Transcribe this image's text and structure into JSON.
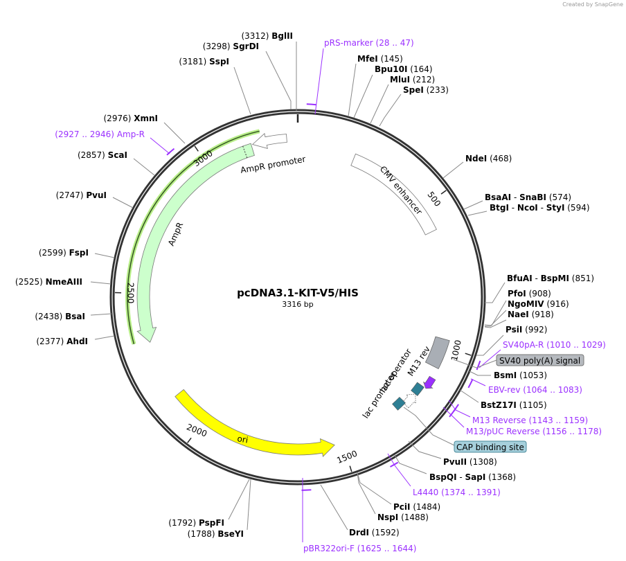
{
  "credit": {
    "prefix": "Created by",
    "brand": "SnapGene"
  },
  "plasmid": {
    "name": "pcDNA3.1-KIT-V5/HIS",
    "length_label": "3316 bp",
    "length": 3316
  },
  "ticks": [
    "500",
    "1000",
    "1500",
    "2000",
    "2500",
    "3000"
  ],
  "features": {
    "ampr_promoter": "AmpR promoter",
    "ampr": "AmpR",
    "cmv_enhancer": "CMV enhancer",
    "ori": "ori",
    "lac_operator": "lac operator",
    "lac_promoter": "lac promoter",
    "m13_rev": "M13 rev",
    "sv40_polya": "SV40 poly(A) signal",
    "cap_binding": "CAP binding site"
  },
  "colors": {
    "primer": "#9b30ff",
    "ampr": "#ccffcc",
    "ori": "#ffff00",
    "sv40": "#a9aeb5",
    "lac": "#2e7f94",
    "cap": "#a6d0dc"
  },
  "enzymes": [
    {
      "names": [
        "BglII"
      ],
      "pos": "(3312)",
      "at": 3312
    },
    {
      "names": [
        "SgrDI"
      ],
      "pos": "(3298)",
      "at": 3298
    },
    {
      "names": [
        "SspI"
      ],
      "pos": "(3181)",
      "at": 3181
    },
    {
      "names": [
        "XmnI"
      ],
      "pos": "(2976)",
      "at": 2976
    },
    {
      "names": [
        "ScaI"
      ],
      "pos": "(2857)",
      "at": 2857
    },
    {
      "names": [
        "PvuI"
      ],
      "pos": "(2747)",
      "at": 2747
    },
    {
      "names": [
        "FspI"
      ],
      "pos": "(2599)",
      "at": 2599
    },
    {
      "names": [
        "NmeAIII"
      ],
      "pos": "(2525)",
      "at": 2525
    },
    {
      "names": [
        "BsaI"
      ],
      "pos": "(2438)",
      "at": 2438
    },
    {
      "names": [
        "AhdI"
      ],
      "pos": "(2377)",
      "at": 2377
    },
    {
      "names": [
        "PspFI"
      ],
      "pos": "(1792)",
      "at": 1792
    },
    {
      "names": [
        "BseYI"
      ],
      "pos": "(1788)",
      "at": 1788
    },
    {
      "names": [
        "MfeI"
      ],
      "pos": "(145)",
      "at": 145
    },
    {
      "names": [
        "Bpu10I"
      ],
      "pos": "(164)",
      "at": 164
    },
    {
      "names": [
        "MluI"
      ],
      "pos": "(212)",
      "at": 212
    },
    {
      "names": [
        "SpeI"
      ],
      "pos": "(233)",
      "at": 233
    },
    {
      "names": [
        "NdeI"
      ],
      "pos": "(468)",
      "at": 468
    },
    {
      "names": [
        "BsaAI",
        "SnaBI"
      ],
      "pos": "(574)",
      "at": 574
    },
    {
      "names": [
        "BtgI",
        "NcoI",
        "StyI"
      ],
      "pos": "(594)",
      "at": 594
    },
    {
      "names": [
        "BfuAI",
        "BspMI"
      ],
      "pos": "(851)",
      "at": 851
    },
    {
      "names": [
        "PfoI"
      ],
      "pos": "(908)",
      "at": 908
    },
    {
      "names": [
        "NgoMIV"
      ],
      "pos": "(916)",
      "at": 916
    },
    {
      "names": [
        "NaeI"
      ],
      "pos": "(918)",
      "at": 918
    },
    {
      "names": [
        "PsiI"
      ],
      "pos": "(992)",
      "at": 992
    },
    {
      "names": [
        "BsmI"
      ],
      "pos": "(1053)",
      "at": 1053
    },
    {
      "names": [
        "BstZ17I"
      ],
      "pos": "(1105)",
      "at": 1105
    },
    {
      "names": [
        "PvuII"
      ],
      "pos": "(1308)",
      "at": 1308
    },
    {
      "names": [
        "BspQI",
        "SapI"
      ],
      "pos": "(1368)",
      "at": 1368
    },
    {
      "names": [
        "PciI"
      ],
      "pos": "(1484)",
      "at": 1484
    },
    {
      "names": [
        "NspI"
      ],
      "pos": "(1488)",
      "at": 1488
    },
    {
      "names": [
        "DrdI"
      ],
      "pos": "(1592)",
      "at": 1592
    }
  ],
  "primers": [
    {
      "name": "Amp-R",
      "range": "(2927 .. 2946)",
      "from": 2927,
      "to": 2946
    },
    {
      "name": "pRS-marker",
      "range": "(28 .. 47)",
      "from": 28,
      "to": 47
    },
    {
      "name": "SV40pA-R",
      "range": "(1010 .. 1029)",
      "from": 1010,
      "to": 1029
    },
    {
      "name": "EBV-rev",
      "range": "(1064 .. 1083)",
      "from": 1064,
      "to": 1083
    },
    {
      "name": "M13 Reverse",
      "range": "(1143 .. 1159)",
      "from": 1143,
      "to": 1159
    },
    {
      "name": "M13/pUC Reverse",
      "range": "(1156 .. 1178)",
      "from": 1156,
      "to": 1178
    },
    {
      "name": "L4440",
      "range": "(1374 .. 1391)",
      "from": 1374,
      "to": 1391
    },
    {
      "name": "pBR322ori-F",
      "range": "(1625 .. 1644)",
      "from": 1625,
      "to": 1644
    }
  ]
}
